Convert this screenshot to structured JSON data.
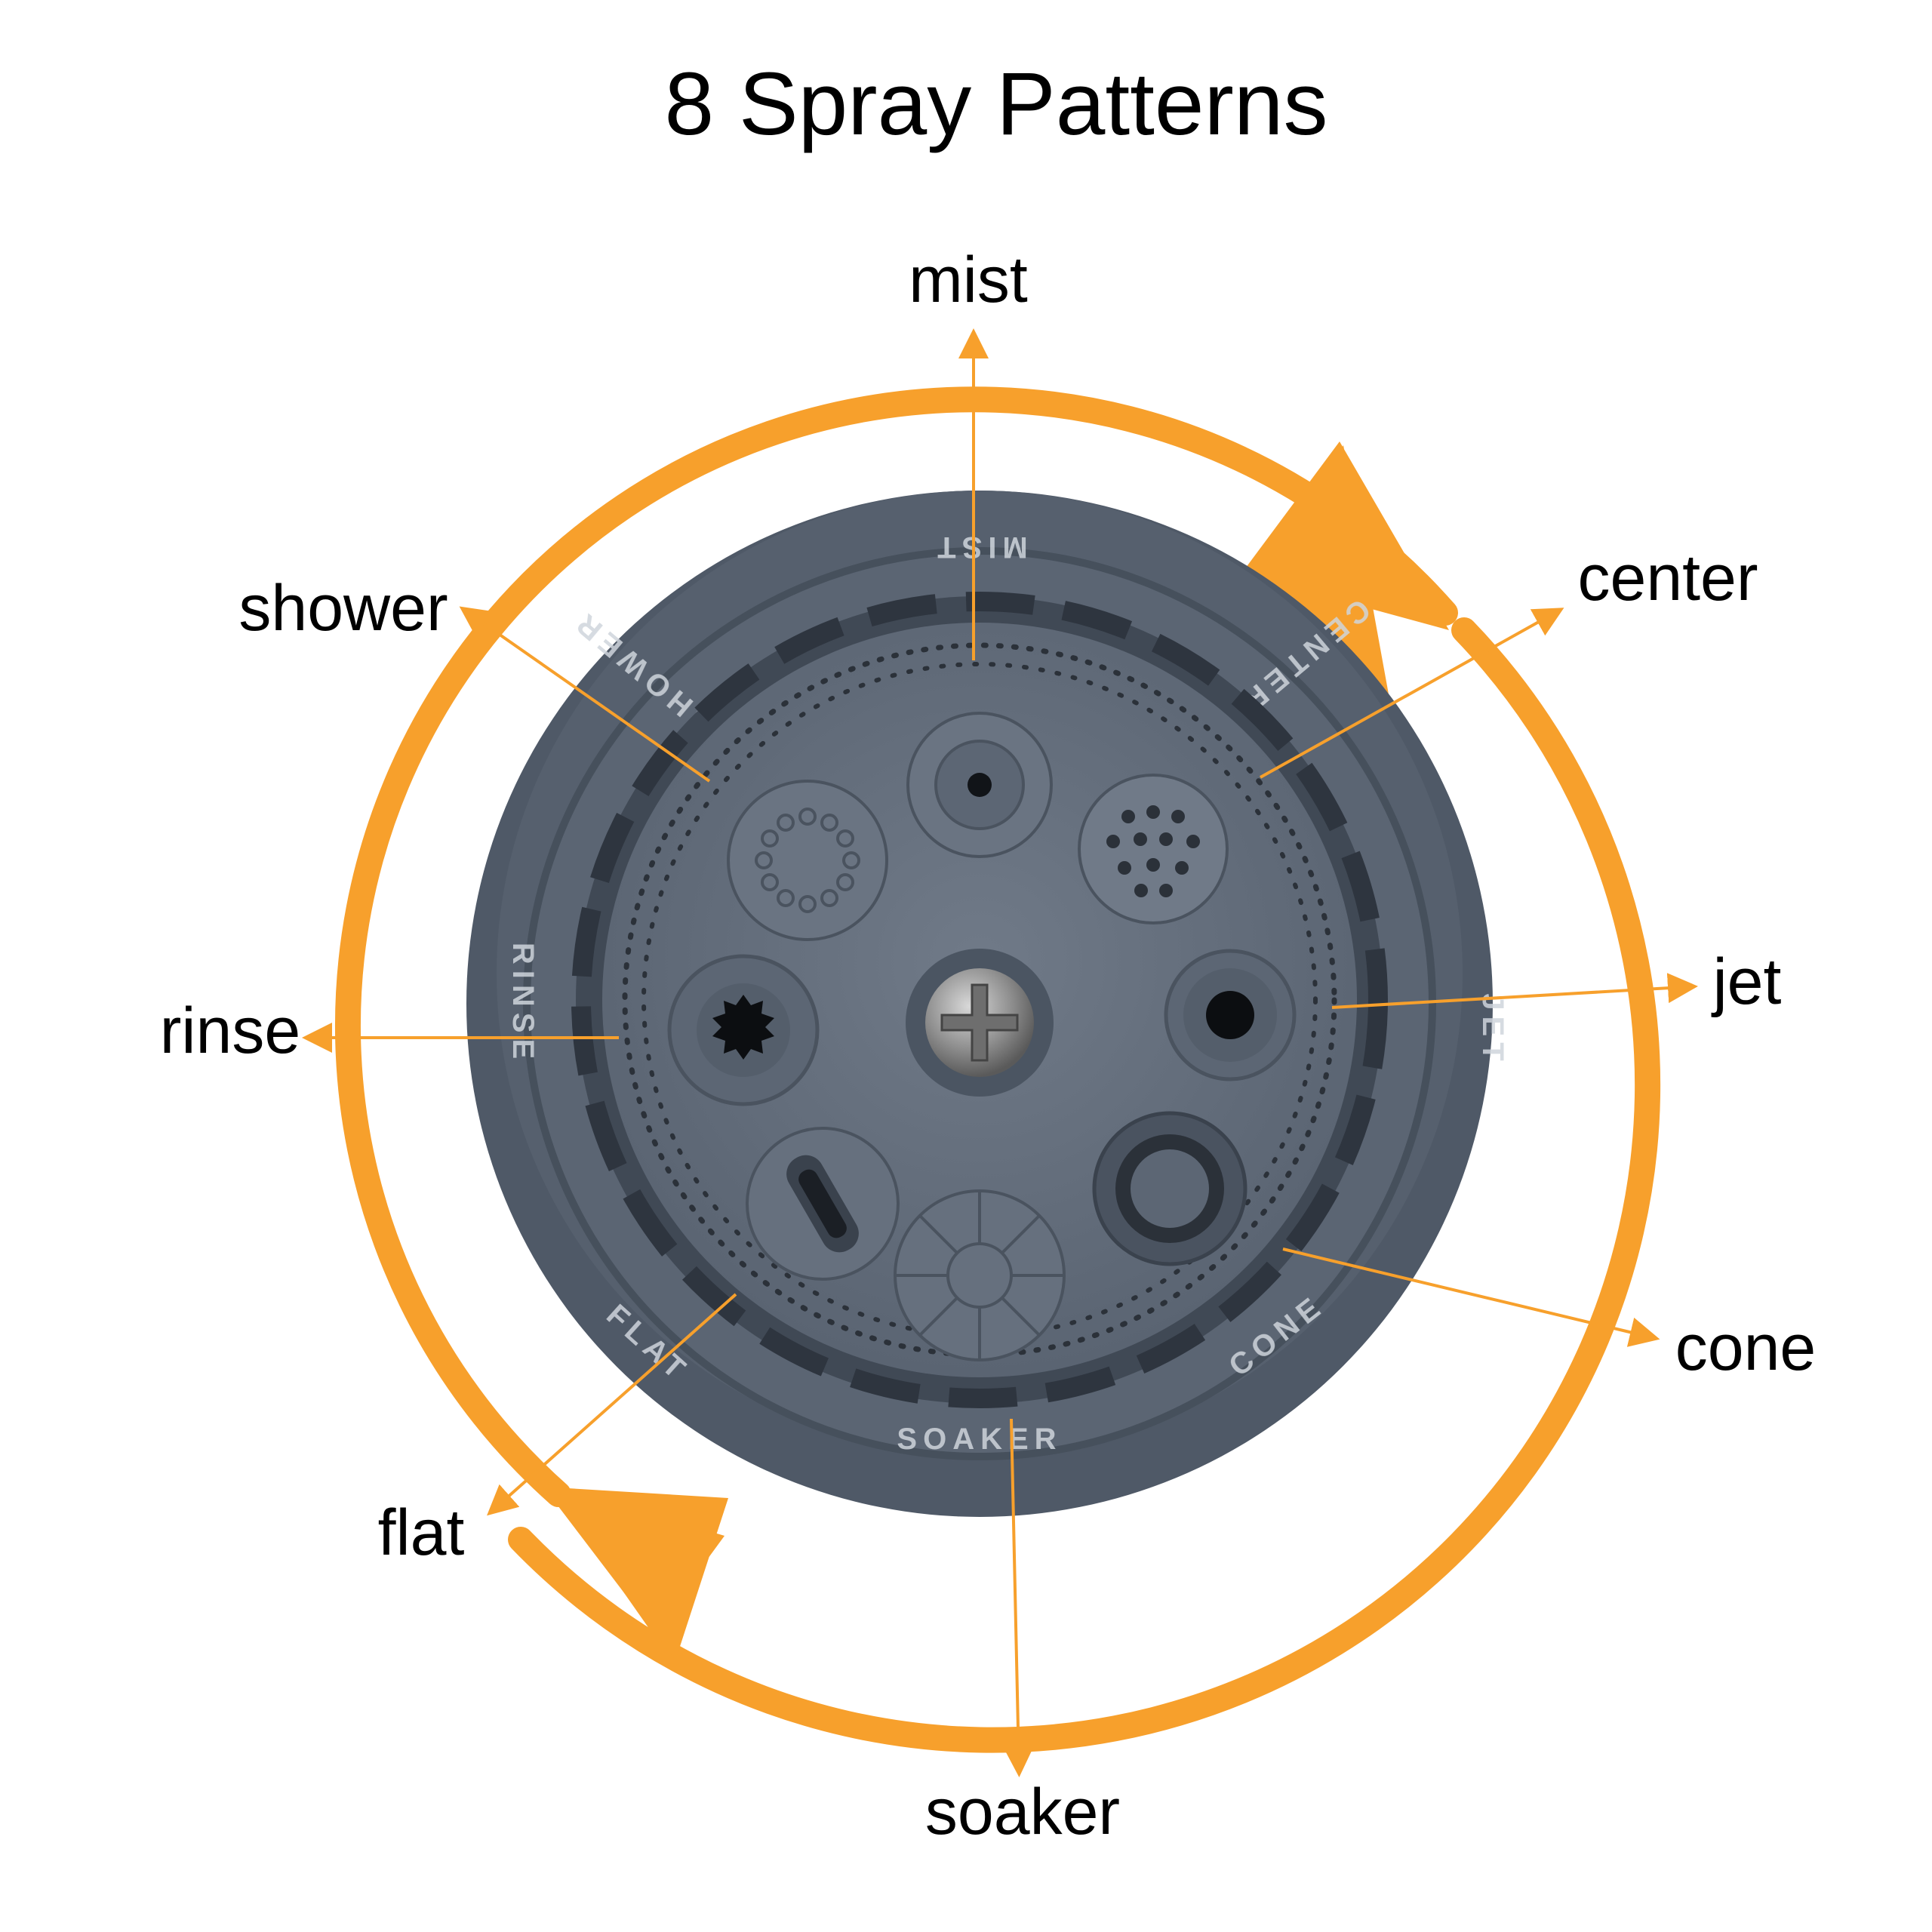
{
  "title": "8 Spray Patterns",
  "patterns": {
    "mist": "mist",
    "center": "center",
    "jet": "jet",
    "cone": "cone",
    "soaker": "soaker",
    "flat": "flat",
    "rinse": "rinse",
    "shower": "shower"
  },
  "dial_markings": {
    "mist": "MIST",
    "center": "CENTER",
    "jet": "JET",
    "cone": "CONE",
    "soaker": "SOAKER",
    "flat": "FLAT",
    "rinse": "RINSE",
    "shower": "SHOWER"
  },
  "colors": {
    "accent": "#F7A02C",
    "nozzle_body": "#4F5967",
    "nozzle_dark": "#3A424D",
    "nozzle_face": "#66707E",
    "text": "#000000"
  },
  "icons": {
    "rotation": "rotation-arrows-icon",
    "screw": "phillips-screw-icon"
  }
}
